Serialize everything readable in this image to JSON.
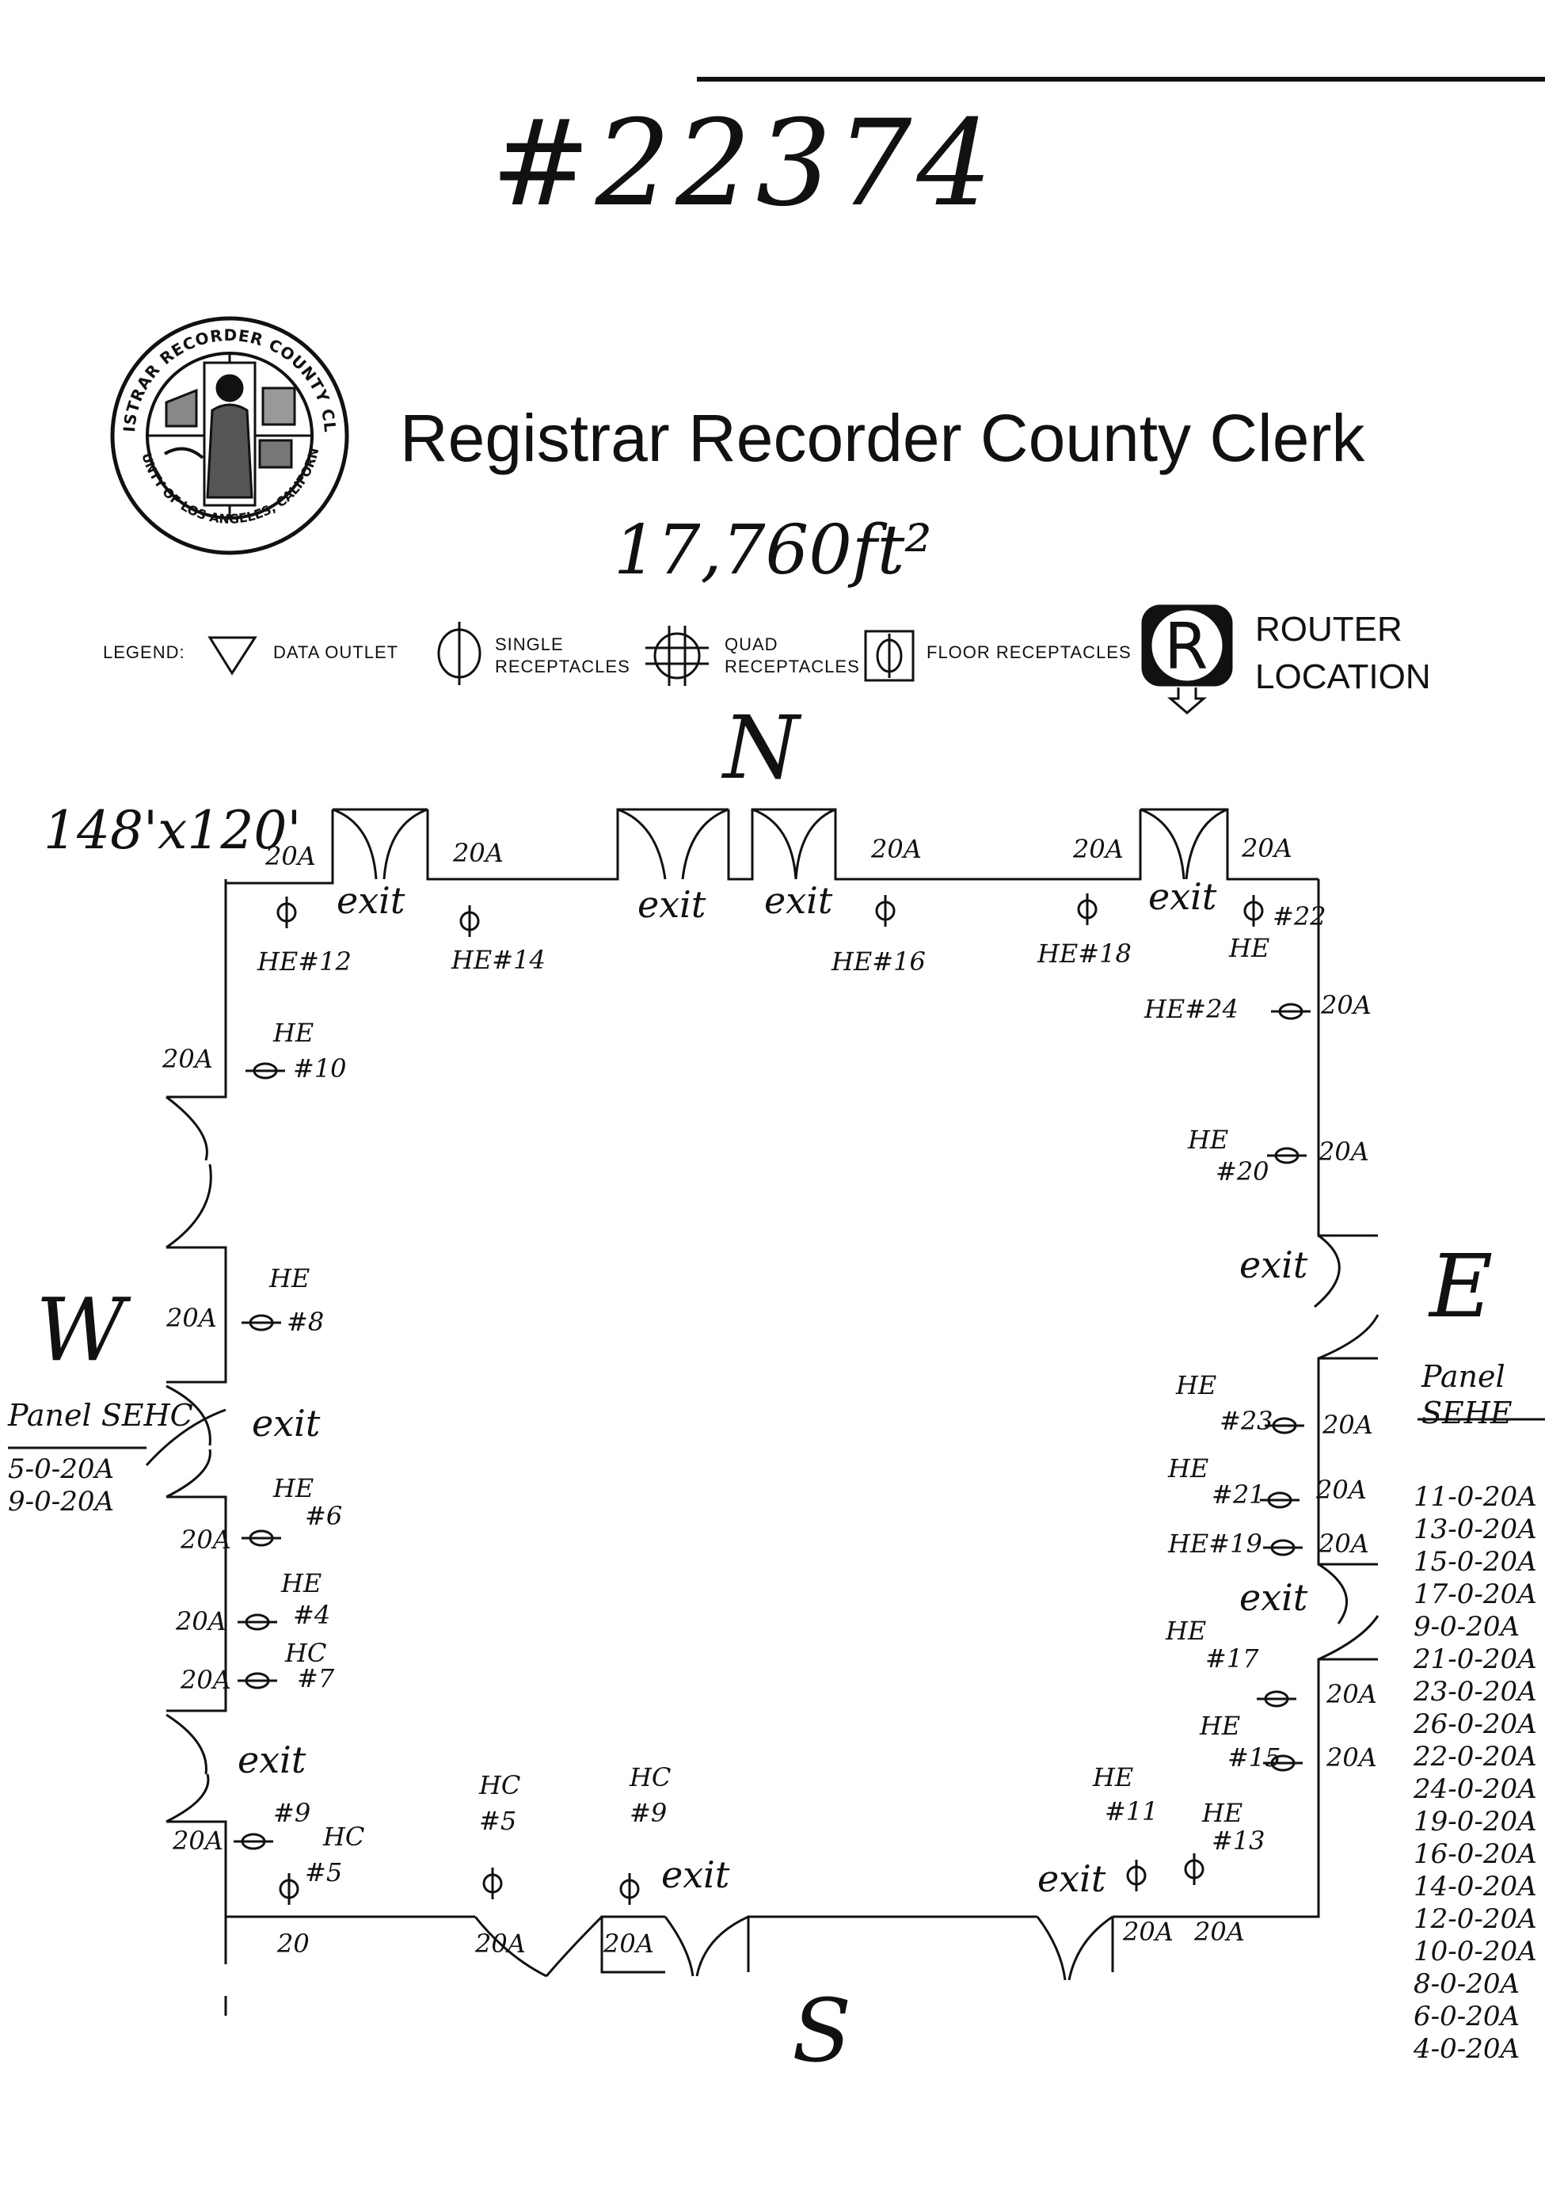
{
  "document_number": "#22374",
  "title": "Registrar Recorder County Clerk",
  "area": "17,760ft²",
  "dimensions": "148'x120'",
  "seal": {
    "text_top": "REGISTRAR RECORDER COUNTY CLERK",
    "text_bottom": "COUNTY OF LOS ANGELES, CALIFORNIA"
  },
  "legend": {
    "label": "LEGEND:",
    "data_outlet": "DATA OUTLET",
    "single_receptacles": [
      "SINGLE",
      "RECEPTACLES"
    ],
    "quad_receptacles": [
      "QUAD",
      "RECEPTACLES"
    ],
    "floor_receptacles": "FLOOR RECEPTACLES",
    "router_symbol": "R",
    "router_location": [
      "ROUTER",
      "LOCATION"
    ]
  },
  "compass": {
    "north": "N",
    "south": "S",
    "east": "E",
    "west": "W"
  },
  "exit_label": "exit",
  "panel_west": {
    "title": "Panel SEHC",
    "lines": [
      "5-0-20A",
      "9-0-20A"
    ]
  },
  "panel_east": {
    "title": [
      "Panel",
      "SEHE"
    ],
    "lines": [
      "11-0-20A",
      "13-0-20A",
      "15-0-20A",
      "17-0-20A",
      "9-0-20A",
      "21-0-20A",
      "23-0-20A",
      "26-0-20A",
      "22-0-20A",
      "24-0-20A",
      "19-0-20A",
      "16-0-20A",
      "14-0-20A",
      "12-0-20A",
      "10-0-20A",
      "8-0-20A",
      "6-0-20A",
      "4-0-20A"
    ]
  },
  "labels": {
    "n_20a_1": "20A",
    "n_20a_2": "20A",
    "n_20a_3": "20A",
    "n_20a_4": "20A",
    "n_20a_5": "20A",
    "he12": "HE#12",
    "he14": "HE#14",
    "he16": "HE#16",
    "he18": "HE#18",
    "he22_he": "HE",
    "he22_num": "#22",
    "he24": "HE#24",
    "e_20a_24": "20A",
    "he20_he": "HE",
    "he20_num": "#20",
    "e_20a_20": "20A",
    "w_20a_10": "20A",
    "he10_he": "HE",
    "he10_num": "#10",
    "w_20a_8": "20A",
    "he8_he": "HE",
    "he8_num": "#8",
    "he6_he": "HE",
    "he6_num": "#6",
    "w_20a_6": "20A",
    "he4_he": "HE",
    "he4_num": "#4",
    "w_20a_4": "20A",
    "hc7_hc": "HC",
    "hc7_num": "#7",
    "w_20a_7": "20A",
    "w_20a_9": "20A",
    "hc9w": "#9",
    "hc5w_hc": "HC",
    "hc5w_num": "#5",
    "w_20_sw": "20",
    "hc5s_hc": "HC",
    "hc5s_num": "#5",
    "hc9s_hc": "HC",
    "hc9s_num": "#9",
    "s_20a_1": "20A",
    "s_20a_2": "20A",
    "s_20a_3": "20A",
    "s_20a_4": "20A",
    "he11_he": "HE",
    "he11_num": "#11",
    "he13_he": "HE",
    "he13_num": "#13",
    "he23_he": "HE",
    "he23_num": "#23",
    "e_20a_23": "20A",
    "he21_he": "HE",
    "he21_num": "#21",
    "e_20a_21": "20A",
    "he19": "HE#19",
    "e_20a_19": "20A",
    "he17_he": "HE",
    "he17_num": "#17",
    "e_20a_17": "20A",
    "he15_he": "HE",
    "he15_num": "#15",
    "e_20a_15": "20A"
  }
}
